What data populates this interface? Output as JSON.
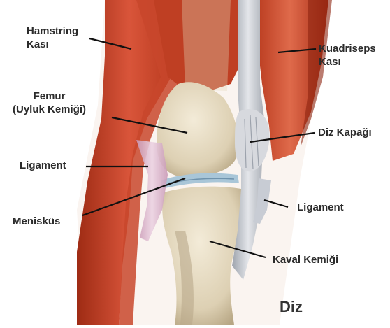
{
  "diagram": {
    "title": "Diz",
    "labels": {
      "hamstring": [
        "Hamstring",
        "Kası"
      ],
      "femur": [
        "Femur",
        "(Uyluk Kemiği)"
      ],
      "ligament_left": "Ligament",
      "menisk": "Menisküs",
      "kuadriseps": [
        "Kuadriseps",
        "Kası"
      ],
      "patella": "Diz Kapağı",
      "ligament_right": "Ligament",
      "tibia": "Kaval Kemiği"
    }
  },
  "colors": {
    "muscle": "#c63c22",
    "muscle_dark": "#8e2410",
    "bone": "#e7dcc4",
    "bone_shade": "#b9a98a",
    "tendon": "#cfd2d8",
    "ligament": "#d9b6cc",
    "meniscus": "#a9c6d8",
    "leader_line": "#111111",
    "text": "#2b2b2b"
  }
}
